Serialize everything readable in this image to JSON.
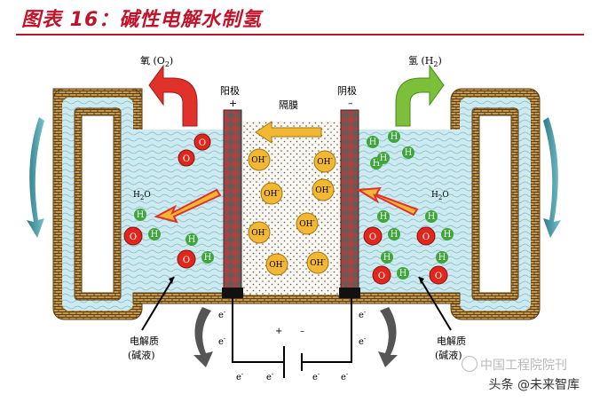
{
  "figure_title": "图表 16：碱性电解水制氢",
  "labels": {
    "oxygen": "氧 (O",
    "hydrogen": "氢 (H",
    "sub2": "2",
    "close": ")",
    "anode_name": "阳极",
    "anode_sign": "+",
    "cathode_name": "阴极",
    "cathode_sign": "–",
    "membrane": "隔膜",
    "water": "H",
    "water_o": "O",
    "electrolyte_line1": "电解质",
    "electrolyte_line2": "(碱液)",
    "hydroxide": "OH",
    "hydroxide_charge": "-",
    "electron": "e",
    "electron_charge": "-",
    "battery_plus": "+",
    "battery_minus": "–",
    "atom_o": "O",
    "atom_h": "H"
  },
  "watermark": {
    "primary": "中国工程院院刊",
    "secondary": "头条 @未来智库"
  },
  "colors": {
    "title": "#c0142b",
    "oxygen_atom": "#e1261c",
    "hydrogen_atom": "#3fa63a",
    "hydroxide_ion": "#f2b833",
    "electrolyte": "#cdeaf0",
    "container": "#c69a4e",
    "oxygen_arrow": "#e0322a",
    "hydrogen_arrow": "#7cbf3a"
  }
}
